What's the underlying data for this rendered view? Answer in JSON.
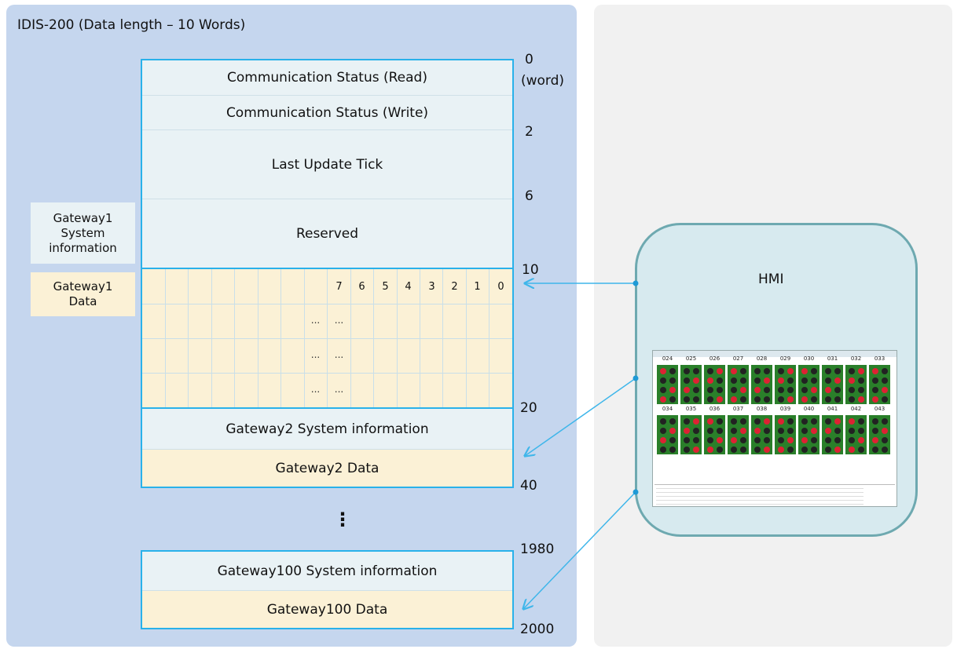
{
  "title": "IDIS-200 (Data length – 10 Words)",
  "block1": {
    "rows": [
      "Communication Status (Read)",
      "Communication Status (Write)",
      "Last Update Tick",
      "Reserved"
    ],
    "bits": [
      "7",
      "6",
      "5",
      "4",
      "3",
      "2",
      "1",
      "0"
    ],
    "ellipsis": "..."
  },
  "side_labels": {
    "sys": "Gateway1 System information",
    "data": "Gateway1 Data"
  },
  "block2": {
    "sys": "Gateway2 System information",
    "data": "Gateway2 Data"
  },
  "vdots": "⋮",
  "block3": {
    "sys": "Gateway100 System information",
    "data": "Gateway100 Data"
  },
  "addresses": {
    "a0": "0",
    "unit": "(word)",
    "a2": "2",
    "a6": "6",
    "a10": "10",
    "a20": "20",
    "a40": "40",
    "a1980": "1980",
    "a2000": "2000"
  },
  "hmi": {
    "label": "HMI",
    "screen_row1": [
      "024",
      "025",
      "026",
      "027",
      "028",
      "029",
      "030",
      "031",
      "032",
      "033"
    ],
    "screen_row2": [
      "034",
      "035",
      "036",
      "037",
      "038",
      "039",
      "040",
      "041",
      "042",
      "043"
    ]
  },
  "colors": {
    "panel": "#c5d6ee",
    "sys_fill": "#e9f2f5",
    "data_fill": "#fbf1d6",
    "border": "#29b1ea",
    "arrow": "#3fb6ea",
    "hmi_fill": "#d7eaef",
    "hmi_border": "#6ea9b0"
  }
}
